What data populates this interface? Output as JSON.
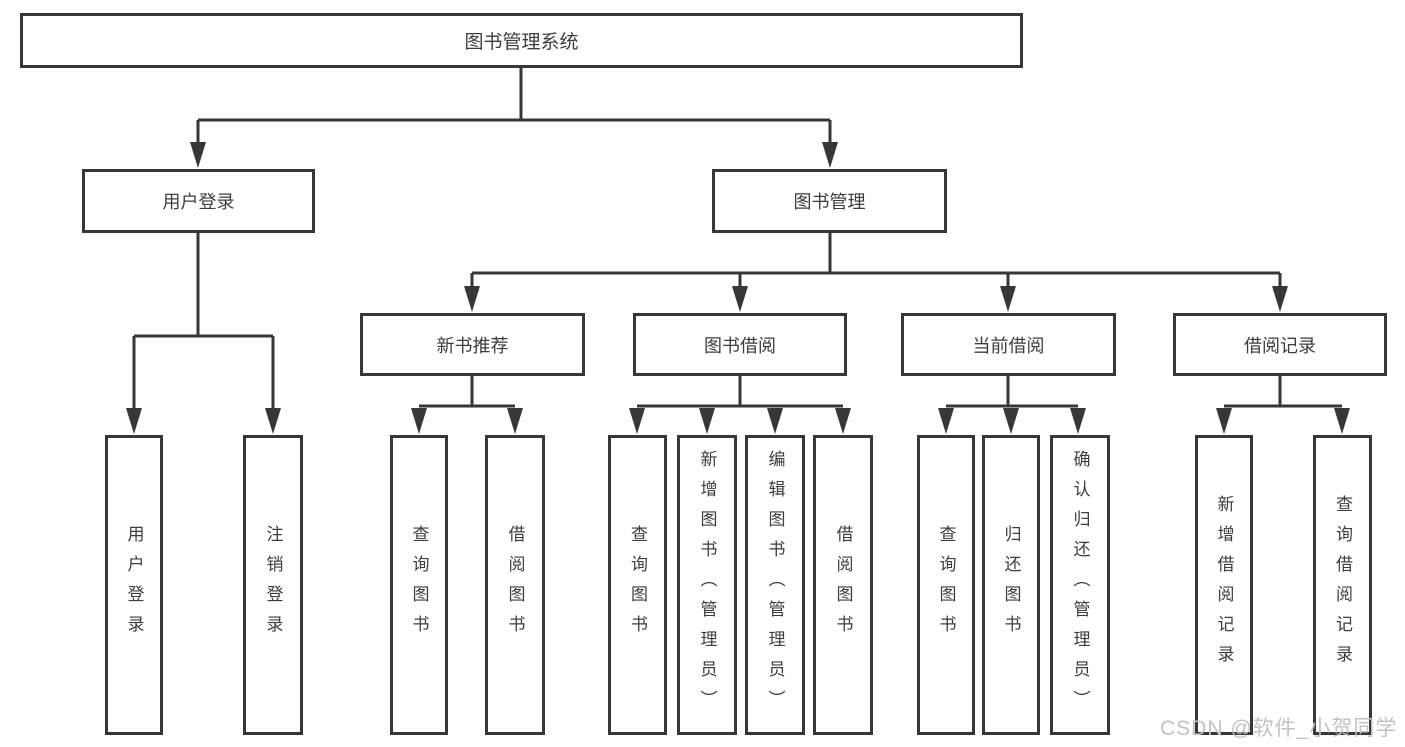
{
  "diagram": {
    "root": {
      "label": "图书管理系统"
    },
    "level2": [
      {
        "label": "用户登录"
      },
      {
        "label": "图书管理"
      }
    ],
    "level3": [
      {
        "label": "新书推荐"
      },
      {
        "label": "图书借阅"
      },
      {
        "label": "当前借阅"
      },
      {
        "label": "借阅记录"
      }
    ],
    "leaves": {
      "user_login": [
        "用户登录",
        "注销登录"
      ],
      "new_book_rec": [
        "查询图书",
        "借阅图书"
      ],
      "book_borrow": [
        "查询图书",
        "新增图书（管理员）",
        "编辑图书（管理员）",
        "借阅图书"
      ],
      "current_borrow": [
        "查询图书",
        "归还图书",
        "确认归还（管理员）"
      ],
      "borrow_records": [
        "新增借阅记录",
        "查询借阅记录"
      ]
    }
  },
  "watermark": "CSDN @软件_小贺同学",
  "colors": {
    "line": "#373737",
    "text": "#3d3d3d",
    "watermark": "#c2c2c2",
    "background": "#ffffff"
  }
}
